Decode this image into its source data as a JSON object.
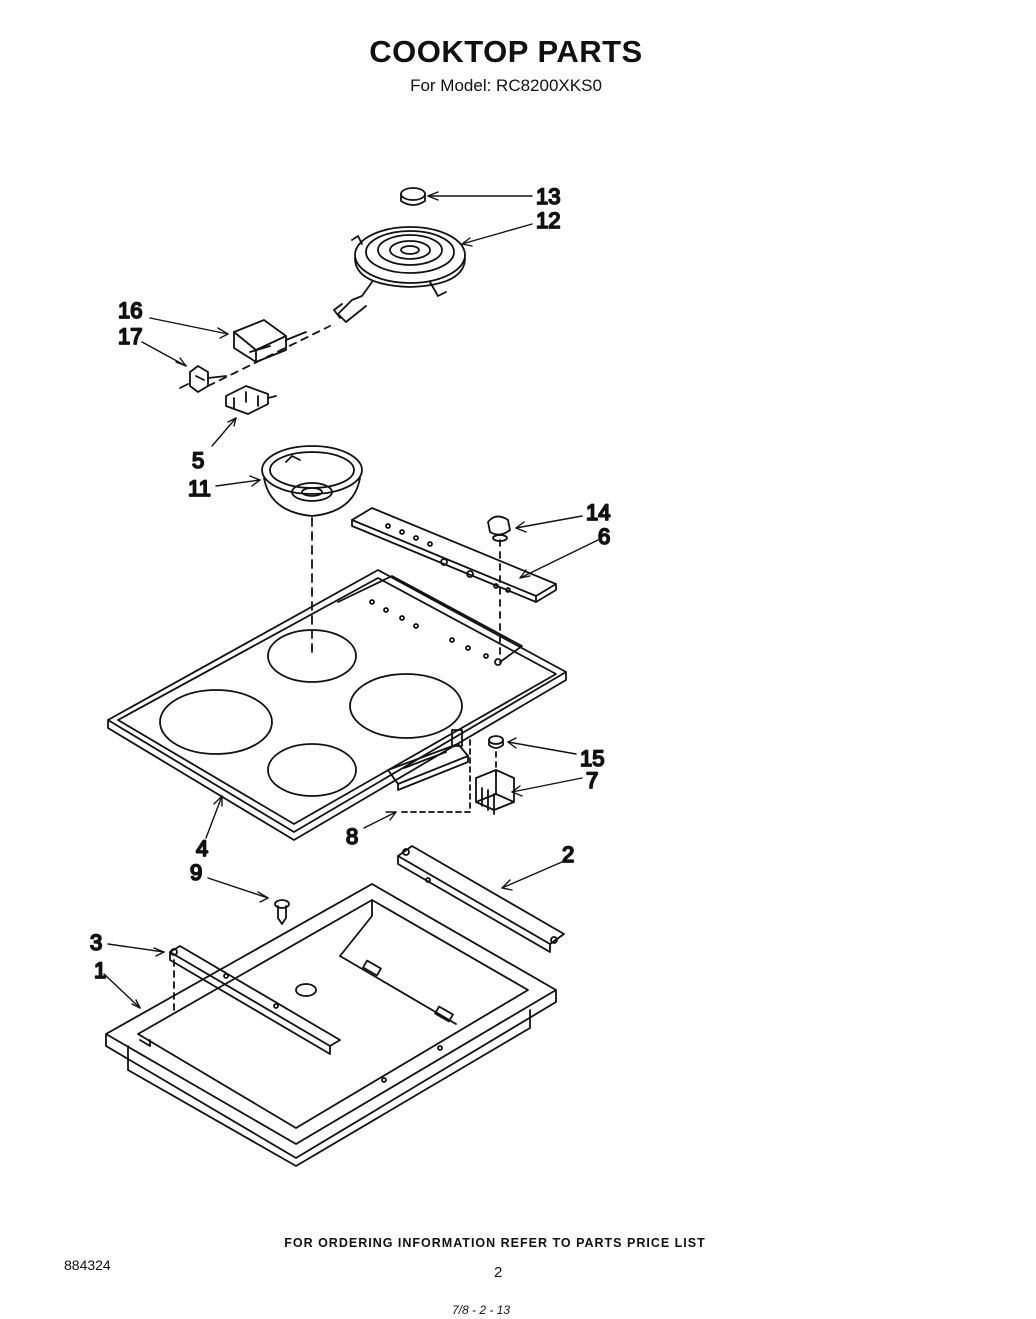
{
  "header": {
    "title": "COOKTOP PARTS",
    "subtitle": "For Model: RC8200XKS0"
  },
  "callouts": {
    "c1": "1",
    "c2": "2",
    "c3": "3",
    "c4": "4",
    "c5": "5",
    "c6": "6",
    "c7": "7",
    "c8": "8",
    "c9": "9",
    "c11": "11",
    "c12": "12",
    "c13": "13",
    "c14": "14",
    "c15": "15",
    "c16": "16",
    "c17": "17"
  },
  "footer": {
    "ordering_note": "FOR ORDERING INFORMATION REFER TO PARTS PRICE LIST",
    "document_number": "884324",
    "page_number": "2",
    "scribble": "7/8 - 2 - 13"
  }
}
